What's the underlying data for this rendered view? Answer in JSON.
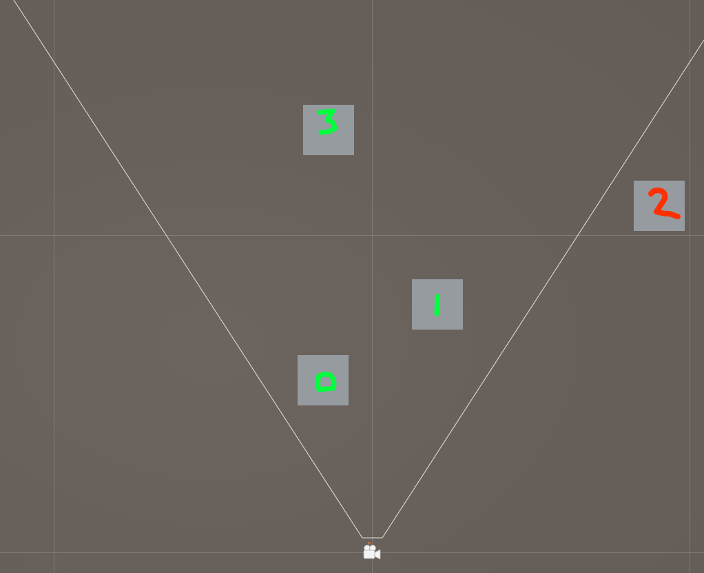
{
  "scene": {
    "background_color": "#675f59",
    "grid_color": "#968e88",
    "frustum_color": "#e8e4e0"
  },
  "sprites": [
    {
      "label": "0",
      "color": "#00ff3c",
      "icon": "digit-0-icon"
    },
    {
      "label": "1",
      "color": "#00ff3c",
      "icon": "digit-1-icon"
    },
    {
      "label": "2",
      "color": "#ff3000",
      "icon": "digit-2-icon"
    },
    {
      "label": "3",
      "color": "#00ff3c",
      "icon": "digit-3-icon"
    }
  ],
  "camera": {
    "icon": "camera-gizmo-icon"
  }
}
